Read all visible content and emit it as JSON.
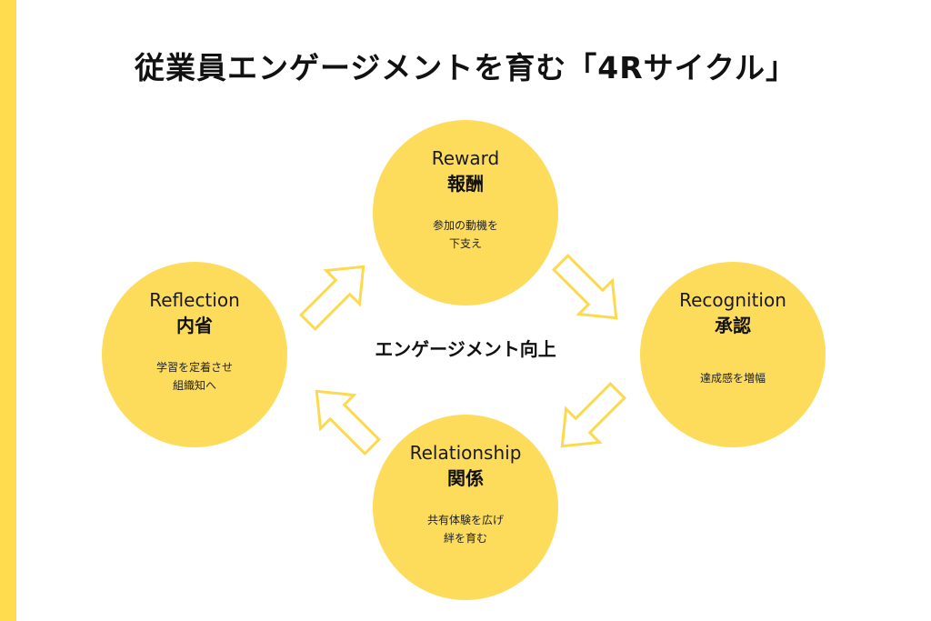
{
  "title": "従業員エンゲージメントを育む「4Rサイクル」",
  "center_label": "エンゲージメント向上",
  "colors": {
    "accent_stripe": "#FFDB4D",
    "circle_fill": "#FDDC5C",
    "arrow_stroke": "#FDD94E"
  },
  "nodes": [
    {
      "id": "reward",
      "en": "Reward",
      "ja": "報酬",
      "desc": "参加の動機を\n下支え"
    },
    {
      "id": "recognition",
      "en": "Recognition",
      "ja": "承認",
      "desc": "達成感を増幅"
    },
    {
      "id": "relationship",
      "en": "Relationship",
      "ja": "関係",
      "desc": "共有体験を広げ\n絆を育む"
    },
    {
      "id": "reflection",
      "en": "Reflection",
      "ja": "内省",
      "desc": "学習を定着させ\n組織知へ"
    }
  ],
  "arrows": [
    {
      "from": "reflection",
      "to": "reward",
      "direction": "up-right"
    },
    {
      "from": "reward",
      "to": "recognition",
      "direction": "down-right"
    },
    {
      "from": "recognition",
      "to": "relationship",
      "direction": "down-left"
    },
    {
      "from": "relationship",
      "to": "reflection",
      "direction": "up-left"
    }
  ]
}
